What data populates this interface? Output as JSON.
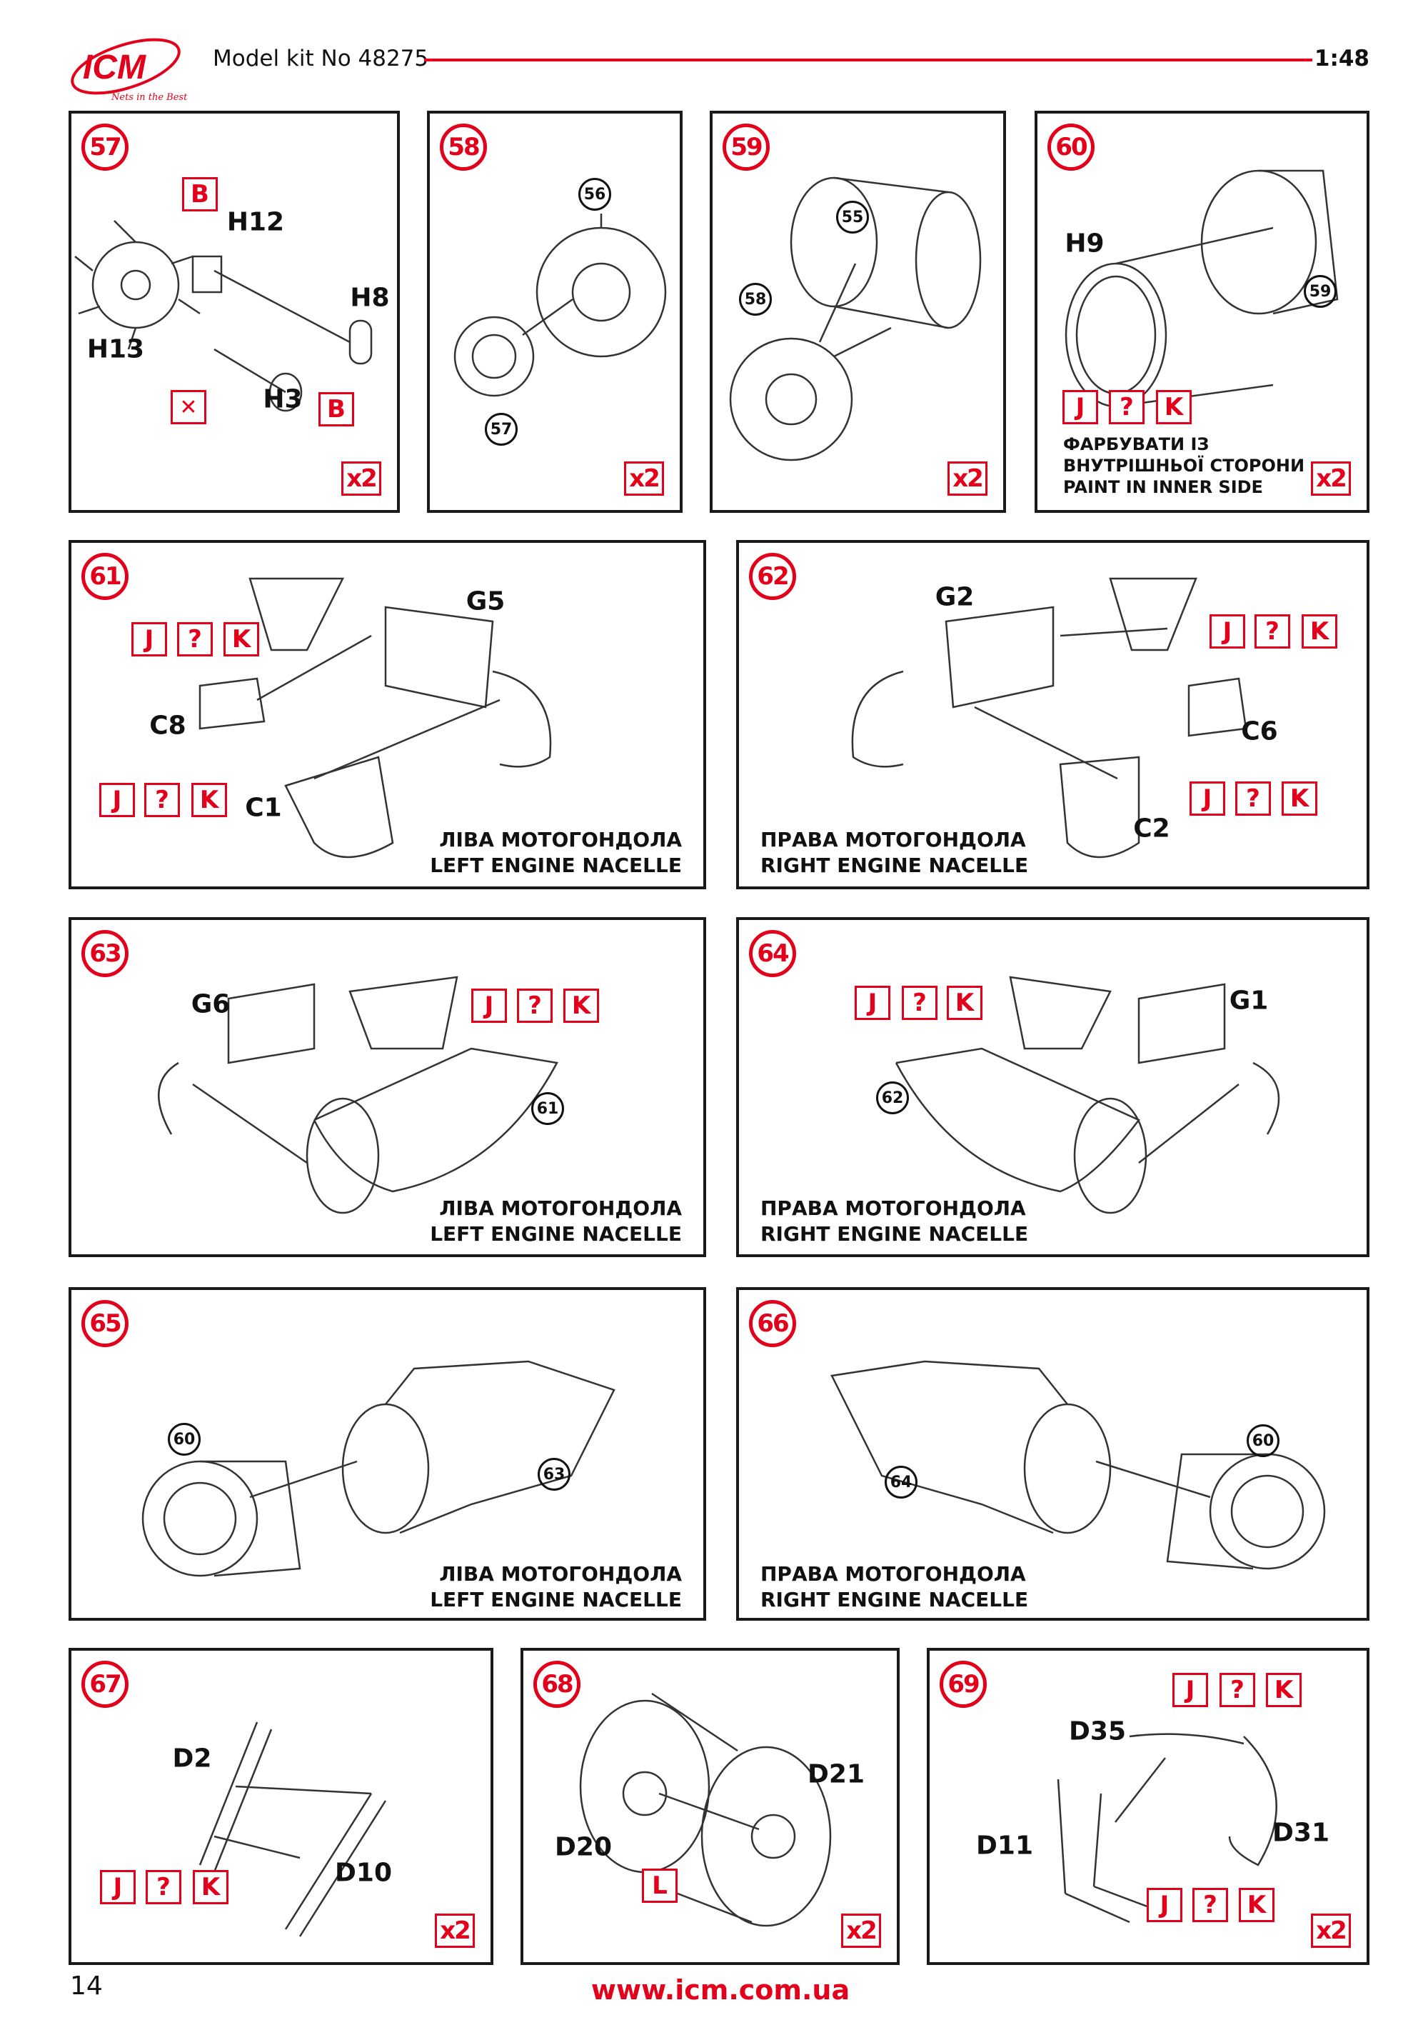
{
  "header": {
    "logo_text": "ICM",
    "logo_tagline": "Nets in the Best",
    "title": "Model kit No 48275",
    "scale": "1:48"
  },
  "footer": {
    "page_number": "14",
    "url": "www.icm.com.ua"
  },
  "paint": {
    "j": "J",
    "q": "?",
    "k": "K",
    "b": "B",
    "l": "L"
  },
  "multiplier": "x2",
  "captions": {
    "left_ua": "ЛІВА МОТОГОНДОЛА",
    "left_en": "LEFT ENGINE NACELLE",
    "right_ua": "ПРАВА МОТОГОНДОЛА",
    "right_en": "RIGHT ENGINE NACELLE"
  },
  "steps": {
    "s57": {
      "num": "57",
      "labels": [
        "H12",
        "H8",
        "H13",
        "H3"
      ]
    },
    "s58": {
      "num": "58",
      "refs": [
        "56",
        "57"
      ]
    },
    "s59": {
      "num": "59",
      "refs": [
        "55",
        "58"
      ]
    },
    "s60": {
      "num": "60",
      "labels": [
        "H9"
      ],
      "refs": [
        "59"
      ],
      "note": [
        "ФАРБУВАТИ ІЗ",
        "ВНУТРІШНЬОЇ СТОРОНИ",
        "PAINT IN INNER SIDE"
      ]
    },
    "s61": {
      "num": "61",
      "labels": [
        "G5",
        "C8",
        "C1"
      ]
    },
    "s62": {
      "num": "62",
      "labels": [
        "G2",
        "C6",
        "C2"
      ]
    },
    "s63": {
      "num": "63",
      "labels": [
        "G6"
      ],
      "refs": [
        "61"
      ]
    },
    "s64": {
      "num": "64",
      "labels": [
        "G1"
      ],
      "refs": [
        "62"
      ]
    },
    "s65": {
      "num": "65",
      "refs": [
        "60",
        "63"
      ]
    },
    "s66": {
      "num": "66",
      "refs": [
        "64",
        "60"
      ]
    },
    "s67": {
      "num": "67",
      "labels": [
        "D2",
        "D10"
      ]
    },
    "s68": {
      "num": "68",
      "labels": [
        "D21",
        "D20"
      ]
    },
    "s69": {
      "num": "69",
      "labels": [
        "D35",
        "D11",
        "D31"
      ]
    }
  },
  "colors": {
    "accent": "#e3001b"
  }
}
